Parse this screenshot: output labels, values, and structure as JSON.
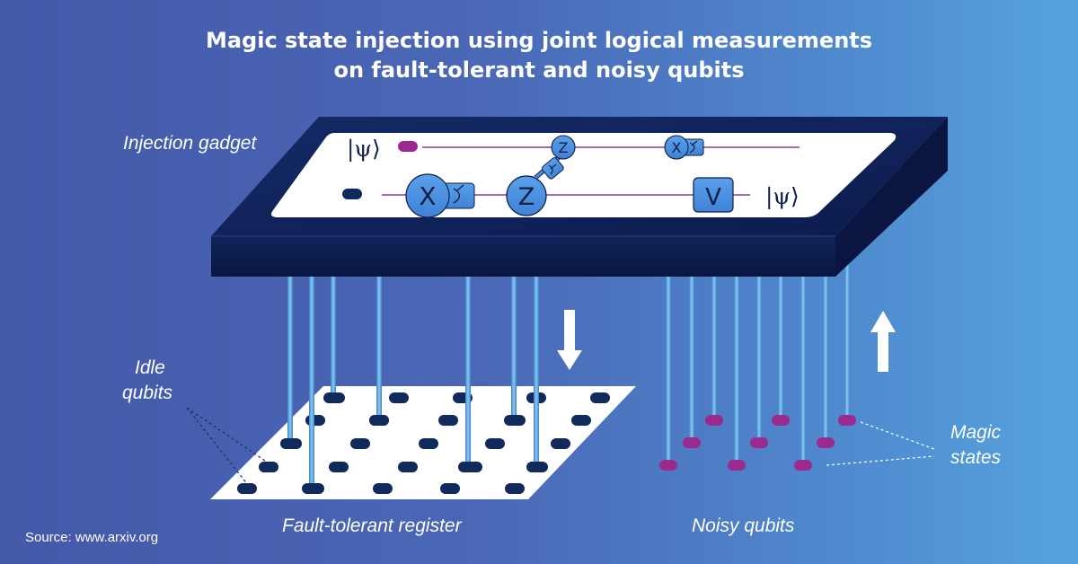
{
  "title": {
    "line1": "Magic state injection using joint logical measurements",
    "line2": "on fault-tolerant and noisy qubits"
  },
  "labels": {
    "injection_gadget": "Injection gadget",
    "idle_qubits_line1": "Idle",
    "idle_qubits_line2": "qubits",
    "magic_states_line1": "Magic",
    "magic_states_line2": "states",
    "fault_tolerant_register": "Fault-tolerant register",
    "noisy_qubits": "Noisy qubits",
    "source": "Source: www.arxiv.org"
  },
  "circuit": {
    "input_state": "|ψ⟩",
    "output_state": "|ψ⟩",
    "gates": {
      "x_big": "X",
      "z_big": "Z",
      "z_small": "Z",
      "x_small": "X",
      "v": "V"
    }
  },
  "colors": {
    "background_start": "#4458a8",
    "background_end": "#55a3de",
    "slab": "#0b1a4a",
    "gate_fill": "#4b8fe0",
    "rod": "#5aa6e0",
    "qubit_navy": "#102a5c",
    "magic_magenta": "#9b2a8e"
  }
}
